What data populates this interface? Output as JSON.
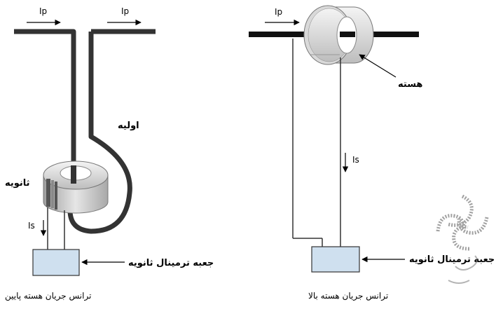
{
  "left": {
    "ip_left": "Ip",
    "ip_right": "Ip",
    "primary": "اولیه",
    "secondary": "ثانویه",
    "is_label": "Is",
    "terminal_box": "جعبه ترمینال ثانویه",
    "caption": "ترانس جریان هسته پایین"
  },
  "right": {
    "ip": "Ip",
    "core": "هسته",
    "is_label": "Is",
    "terminal_box": "جعبه ترمینال ثانویه",
    "caption": "ترانس جریان هسته بالا"
  },
  "colors": {
    "conductor": "#333333",
    "box_fill": "#cfe0ef",
    "core_light": "#f0f0f0",
    "core_shade": "#bdbdbd"
  },
  "watermark_icon": "swirl-logo-icon"
}
